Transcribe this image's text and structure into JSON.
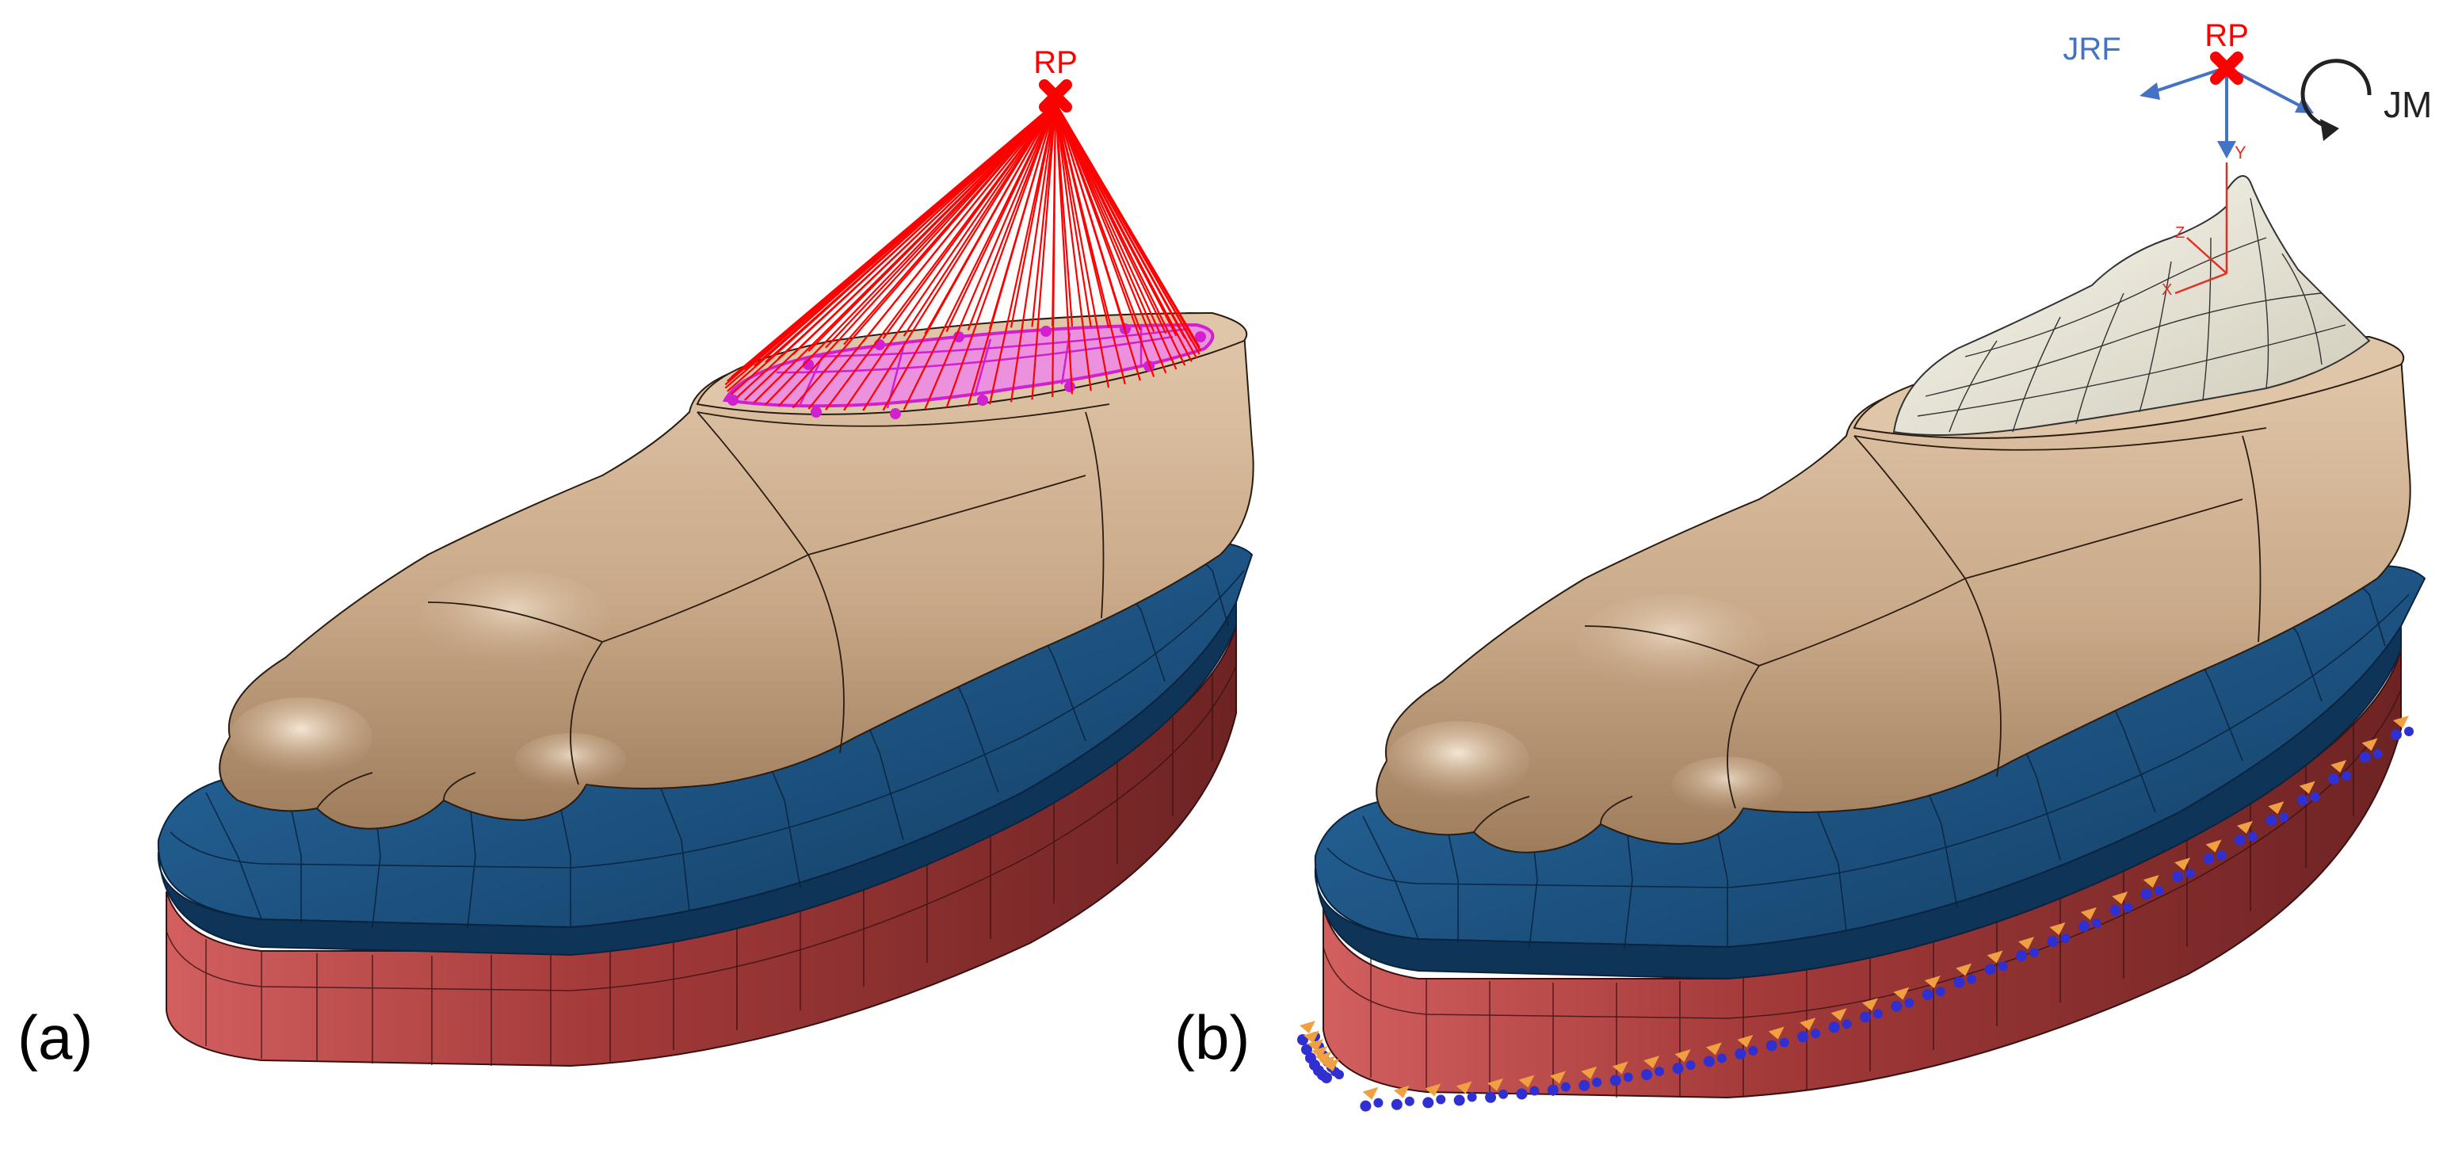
{
  "panels": [
    {
      "id": "a",
      "label": "(a)",
      "reference_point": "RP"
    },
    {
      "id": "b",
      "label": "(b)",
      "reference_point": "RP",
      "force_label": "JRF",
      "moment_label": "JM",
      "axis_y": "Y",
      "axis_z": "Z",
      "axis_x": "X"
    }
  ],
  "colors": {
    "foot_skin": "#c9a988",
    "foot_skin_light": "#e7d2bb",
    "foot_skin_dark": "#8a6a4c",
    "insole_blue": "#1f5a8c",
    "insole_blue_dark": "#143f66",
    "midsole_red": "#a43a3a",
    "midsole_red_dark": "#6e2323",
    "coupling_red": "#ff0000",
    "coupling_surface": "#f07ff0",
    "bone_white": "#eeeadc",
    "jrf_blue": "#4472c4",
    "rp_red": "#ff0000",
    "bc_orange": "#f0a040",
    "bc_blue": "#3030d0"
  }
}
